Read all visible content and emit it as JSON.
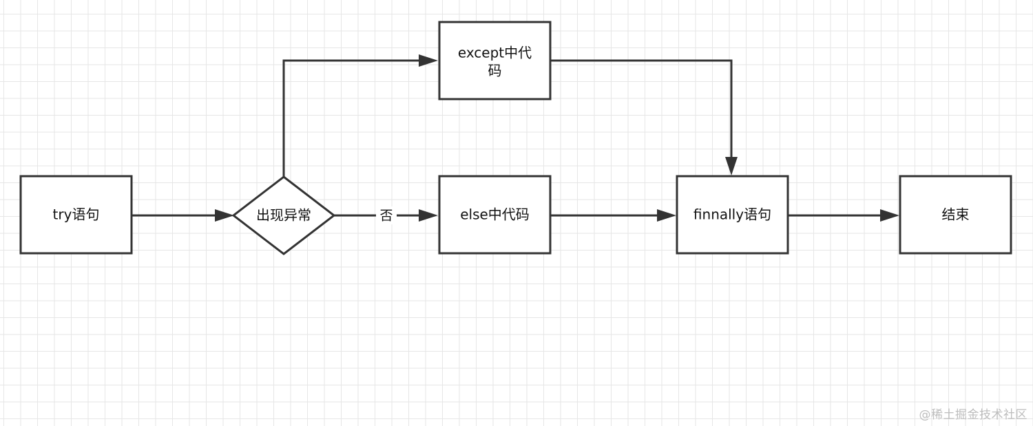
{
  "nodes": {
    "try": {
      "label": "try语句"
    },
    "exception": {
      "label": "出现异常"
    },
    "except": {
      "label_line1": "except中代",
      "label_line2": "码"
    },
    "else": {
      "label": "else中代码"
    },
    "finally": {
      "label": "finnally语句"
    },
    "end": {
      "label": "结束"
    }
  },
  "edges": {
    "exception_to_else": {
      "label": "否"
    }
  },
  "watermark": "@稀土掘金技术社区",
  "colors": {
    "stroke": "#333333",
    "grid": "#e6e6e6",
    "background": "#ffffff"
  }
}
